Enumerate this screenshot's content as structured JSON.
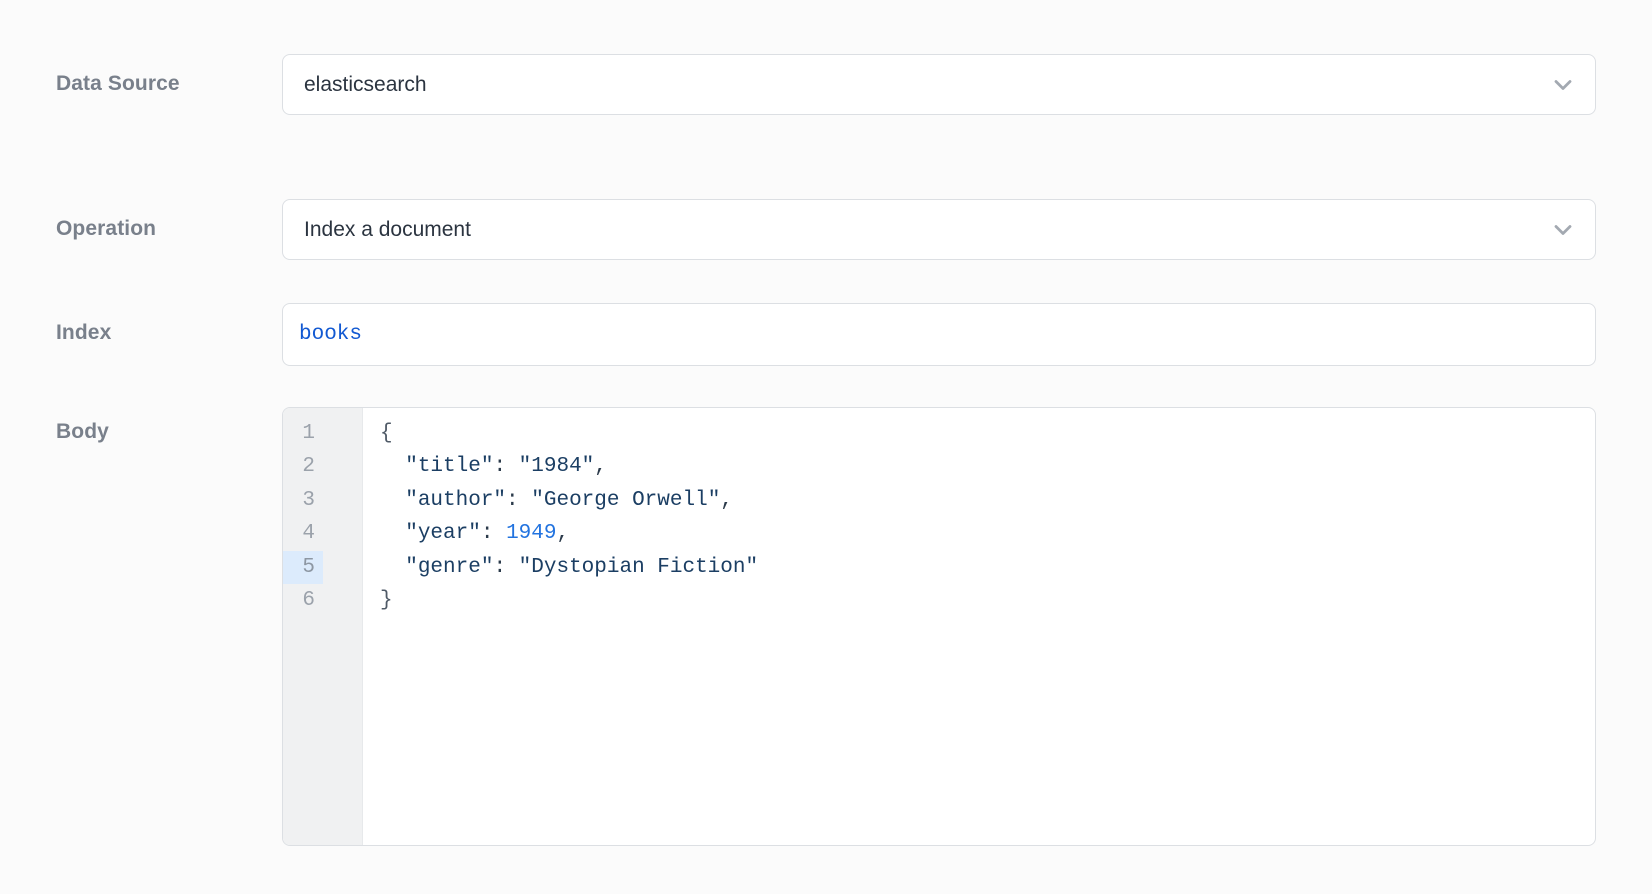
{
  "colors": {
    "index_value": "#1259d2",
    "code_string": "#1b3e63",
    "code_brace": "#4f5a67",
    "code_punct": "#2b3a4a",
    "code_number": "#2273df",
    "active_line_gutter": "#dcebfc"
  },
  "fields": {
    "data_source": {
      "label": "Data Source",
      "value": "elasticsearch"
    },
    "operation": {
      "label": "Operation",
      "value": "Index a document"
    },
    "index": {
      "label": "Index",
      "value": "books"
    },
    "body": {
      "label": "Body"
    }
  },
  "editor": {
    "language": "json",
    "active_line": 5,
    "lines": [
      {
        "num": 1,
        "tokens": [
          [
            "{",
            "brace"
          ]
        ]
      },
      {
        "num": 2,
        "tokens": [
          [
            "  ",
            "plain"
          ],
          [
            "\"title\"",
            "string"
          ],
          [
            ":",
            "punct"
          ],
          [
            " ",
            "plain"
          ],
          [
            "\"1984\"",
            "string"
          ],
          [
            ",",
            "punct"
          ]
        ]
      },
      {
        "num": 3,
        "tokens": [
          [
            "  ",
            "plain"
          ],
          [
            "\"author\"",
            "string"
          ],
          [
            ":",
            "punct"
          ],
          [
            " ",
            "plain"
          ],
          [
            "\"George Orwell\"",
            "string"
          ],
          [
            ",",
            "punct"
          ]
        ]
      },
      {
        "num": 4,
        "tokens": [
          [
            "  ",
            "plain"
          ],
          [
            "\"year\"",
            "string"
          ],
          [
            ":",
            "punct"
          ],
          [
            " ",
            "plain"
          ],
          [
            "1949",
            "number"
          ],
          [
            ",",
            "punct"
          ]
        ]
      },
      {
        "num": 5,
        "tokens": [
          [
            "  ",
            "plain"
          ],
          [
            "\"genre\"",
            "string"
          ],
          [
            ":",
            "punct"
          ],
          [
            " ",
            "plain"
          ],
          [
            "\"Dystopian Fiction\"",
            "string"
          ]
        ]
      },
      {
        "num": 6,
        "tokens": [
          [
            "}",
            "brace"
          ]
        ]
      }
    ]
  }
}
